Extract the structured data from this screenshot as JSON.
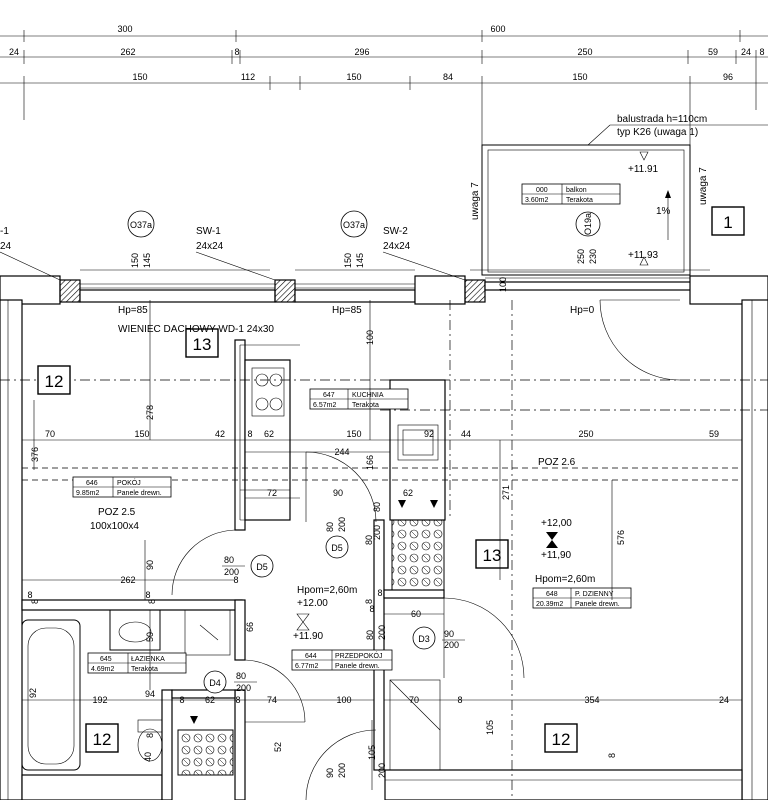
{
  "dimensions": {
    "row1": [
      "300",
      "600"
    ],
    "row2": [
      "24",
      "262",
      "8",
      "296",
      "250",
      "59",
      "24",
      "8"
    ],
    "row3": [
      "150",
      "112",
      "150",
      "84",
      "150",
      "96"
    ],
    "interior_row": [
      "70",
      "150",
      "42",
      "8",
      "62",
      "150",
      "92",
      "44",
      "250",
      "59"
    ],
    "misc": [
      "244",
      "72",
      "90",
      "62",
      "262",
      "8",
      "8",
      "8",
      "192",
      "94",
      "8",
      "62",
      "8",
      "74",
      "100",
      "70",
      "8",
      "354",
      "24",
      "60",
      "8",
      "8"
    ],
    "vertical": [
      "376",
      "278",
      "150",
      "145",
      "150",
      "145",
      "100",
      "166",
      "80",
      "200",
      "271",
      "576",
      "80",
      "90",
      "8",
      "8",
      "8",
      "66",
      "50",
      "8",
      "92",
      "105",
      "52",
      "90",
      "200",
      "105",
      "250",
      "230",
      "100",
      "80",
      "200",
      "200",
      "8",
      "40"
    ]
  },
  "annotations": {
    "balustrade": "balustrada h=110cm",
    "balustrade_type": "typ K26 (uwaga 1)",
    "uwaga_left": "uwaga 7",
    "uwaga_right": "uwaga 7",
    "wieniec": "WIENIEC DACHOWY WD-1 24x30",
    "poz_25": "POZ 2.5",
    "poz_25_size": "100x100x4",
    "poz_26": "POZ 2.6",
    "hp1": "Hp=85",
    "hp2": "Hp=85",
    "hp3": "Hp=0",
    "hpom_corridor": "Hpom=2,60m",
    "hpom_living": "Hpom=2,60m",
    "slope": "1%",
    "sw_left_frag": "-1",
    "size_left_frag": "24",
    "sw1": "SW-1",
    "sw1_size": "24x24",
    "sw2": "SW-2",
    "sw2_size": "24x24"
  },
  "levels": {
    "balcony_top": "+11.91",
    "balcony_bottom": "+11.93",
    "corridor_top": "+12.00",
    "corridor_bottom": "+11.90",
    "living_top": "+12,00",
    "living_bottom": "+11,90"
  },
  "tags": {
    "O37a_1": "O37a",
    "O37a_2": "O37a",
    "O19a": "O19a",
    "D5a": "D5",
    "D5b": "D5",
    "D3": "D3",
    "D4": "D4",
    "D5a_size_w": "80",
    "D5a_size_h": "200",
    "D5b_size_w": "80",
    "D5b_size_h": "200",
    "D3_size_w": "90",
    "D3_size_h": "200",
    "D4_size_w": "80",
    "D4_size_h": "200"
  },
  "section_numbers": {
    "n1": "1",
    "n12_left": "12",
    "n13_top": "13",
    "n13_right": "13",
    "n12_bottom_left": "12",
    "n12_bottom_right": "12"
  },
  "rooms": [
    {
      "id": "000",
      "name": "balkon",
      "area": "3.60m2",
      "finish": "Terakota"
    },
    {
      "id": "646",
      "name": "POKÓJ",
      "area": "9.85m2",
      "finish": "Panele drewn."
    },
    {
      "id": "647",
      "name": "KUCHNIA",
      "area": "6.57m2",
      "finish": "Terakota"
    },
    {
      "id": "648",
      "name": "P. DZIENNY",
      "area": "20.39m2",
      "finish": "Panele drewn."
    },
    {
      "id": "645",
      "name": "ŁAZIENKA",
      "area": "4.69m2",
      "finish": "Terakota"
    },
    {
      "id": "644",
      "name": "PRZEDPOKÓJ",
      "area": "6.77m2",
      "finish": "Panele drewn."
    }
  ],
  "colors": {
    "line": "#000000",
    "background": "#ffffff"
  }
}
